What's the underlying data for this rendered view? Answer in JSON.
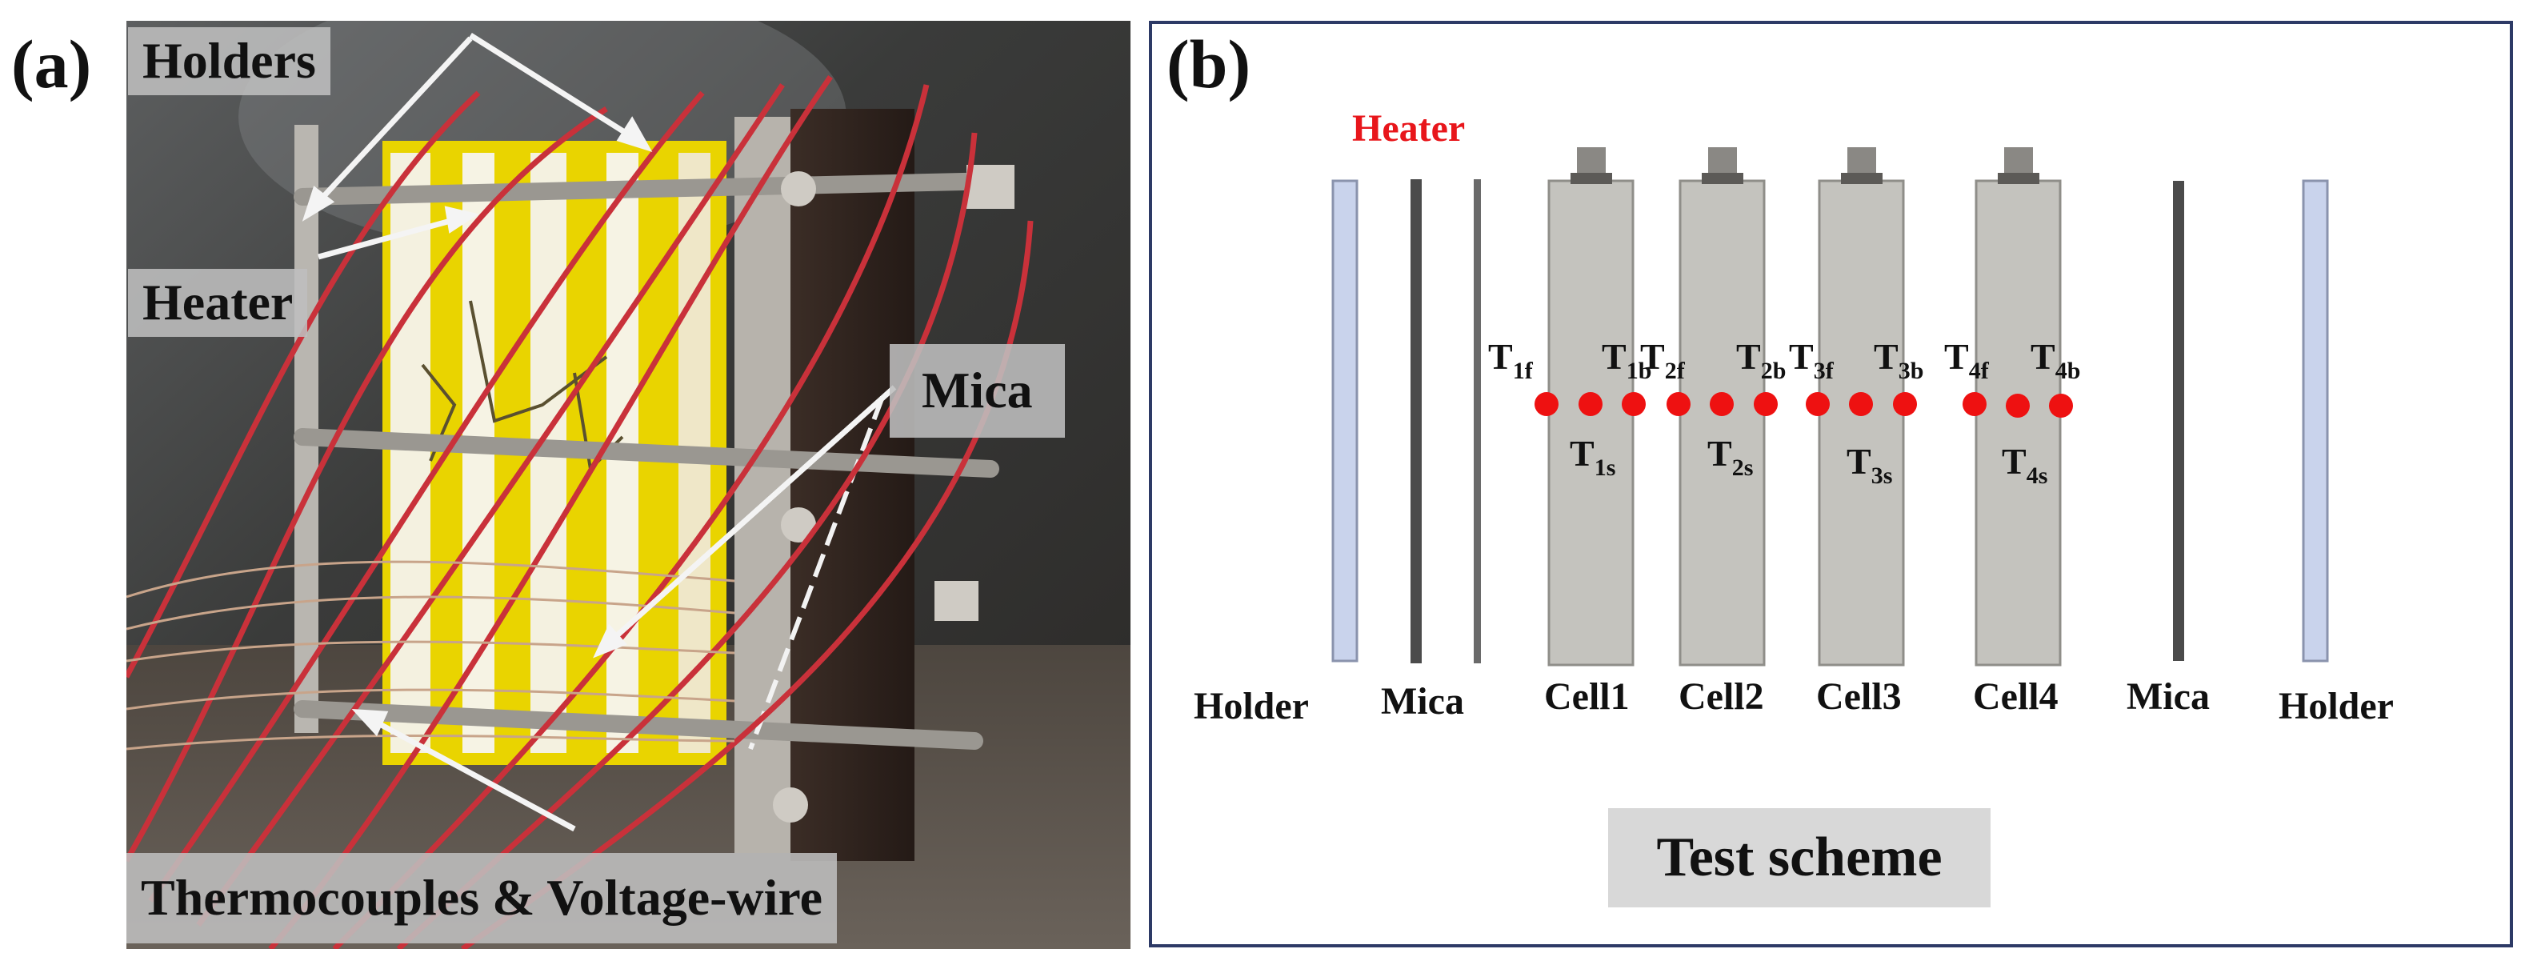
{
  "panel_a": {
    "label": "(a)",
    "tags": {
      "holders": "Holders",
      "heater": "Heater",
      "mica": "Mica",
      "thermocouples": "Thermocouples & Voltage-wire"
    }
  },
  "panel_b": {
    "label": "(b)",
    "heater": "Heater",
    "holder_left": "Holder",
    "mica_left": "Mica",
    "cells": [
      "Cell1",
      "Cell2",
      "Cell3",
      "Cell4"
    ],
    "mica_right": "Mica",
    "holder_right": "Holder",
    "sensor_labels": {
      "t1f": {
        "main": "T",
        "sub": "1f"
      },
      "t1b": {
        "main": "T",
        "sub": "1b"
      },
      "t1s": {
        "main": "T",
        "sub": "1s"
      },
      "t2f": {
        "main": "T",
        "sub": "2f"
      },
      "t2b": {
        "main": "T",
        "sub": "2b"
      },
      "t2s": {
        "main": "T",
        "sub": "2s"
      },
      "t3f": {
        "main": "T",
        "sub": "3f"
      },
      "t3b": {
        "main": "T",
        "sub": "3b"
      },
      "t3s": {
        "main": "T",
        "sub": "3s"
      },
      "t4f": {
        "main": "T",
        "sub": "4f"
      },
      "t4b": {
        "main": "T",
        "sub": "4b"
      },
      "t4s": {
        "main": "T",
        "sub": "4s"
      }
    },
    "test_scheme": "Test scheme",
    "colors": {
      "heater": "#e8161b",
      "sensor_dot": "#ee1111",
      "cell": "#c4c3be",
      "holder": "#c9d3ec",
      "frame": "#2d3a66"
    }
  }
}
